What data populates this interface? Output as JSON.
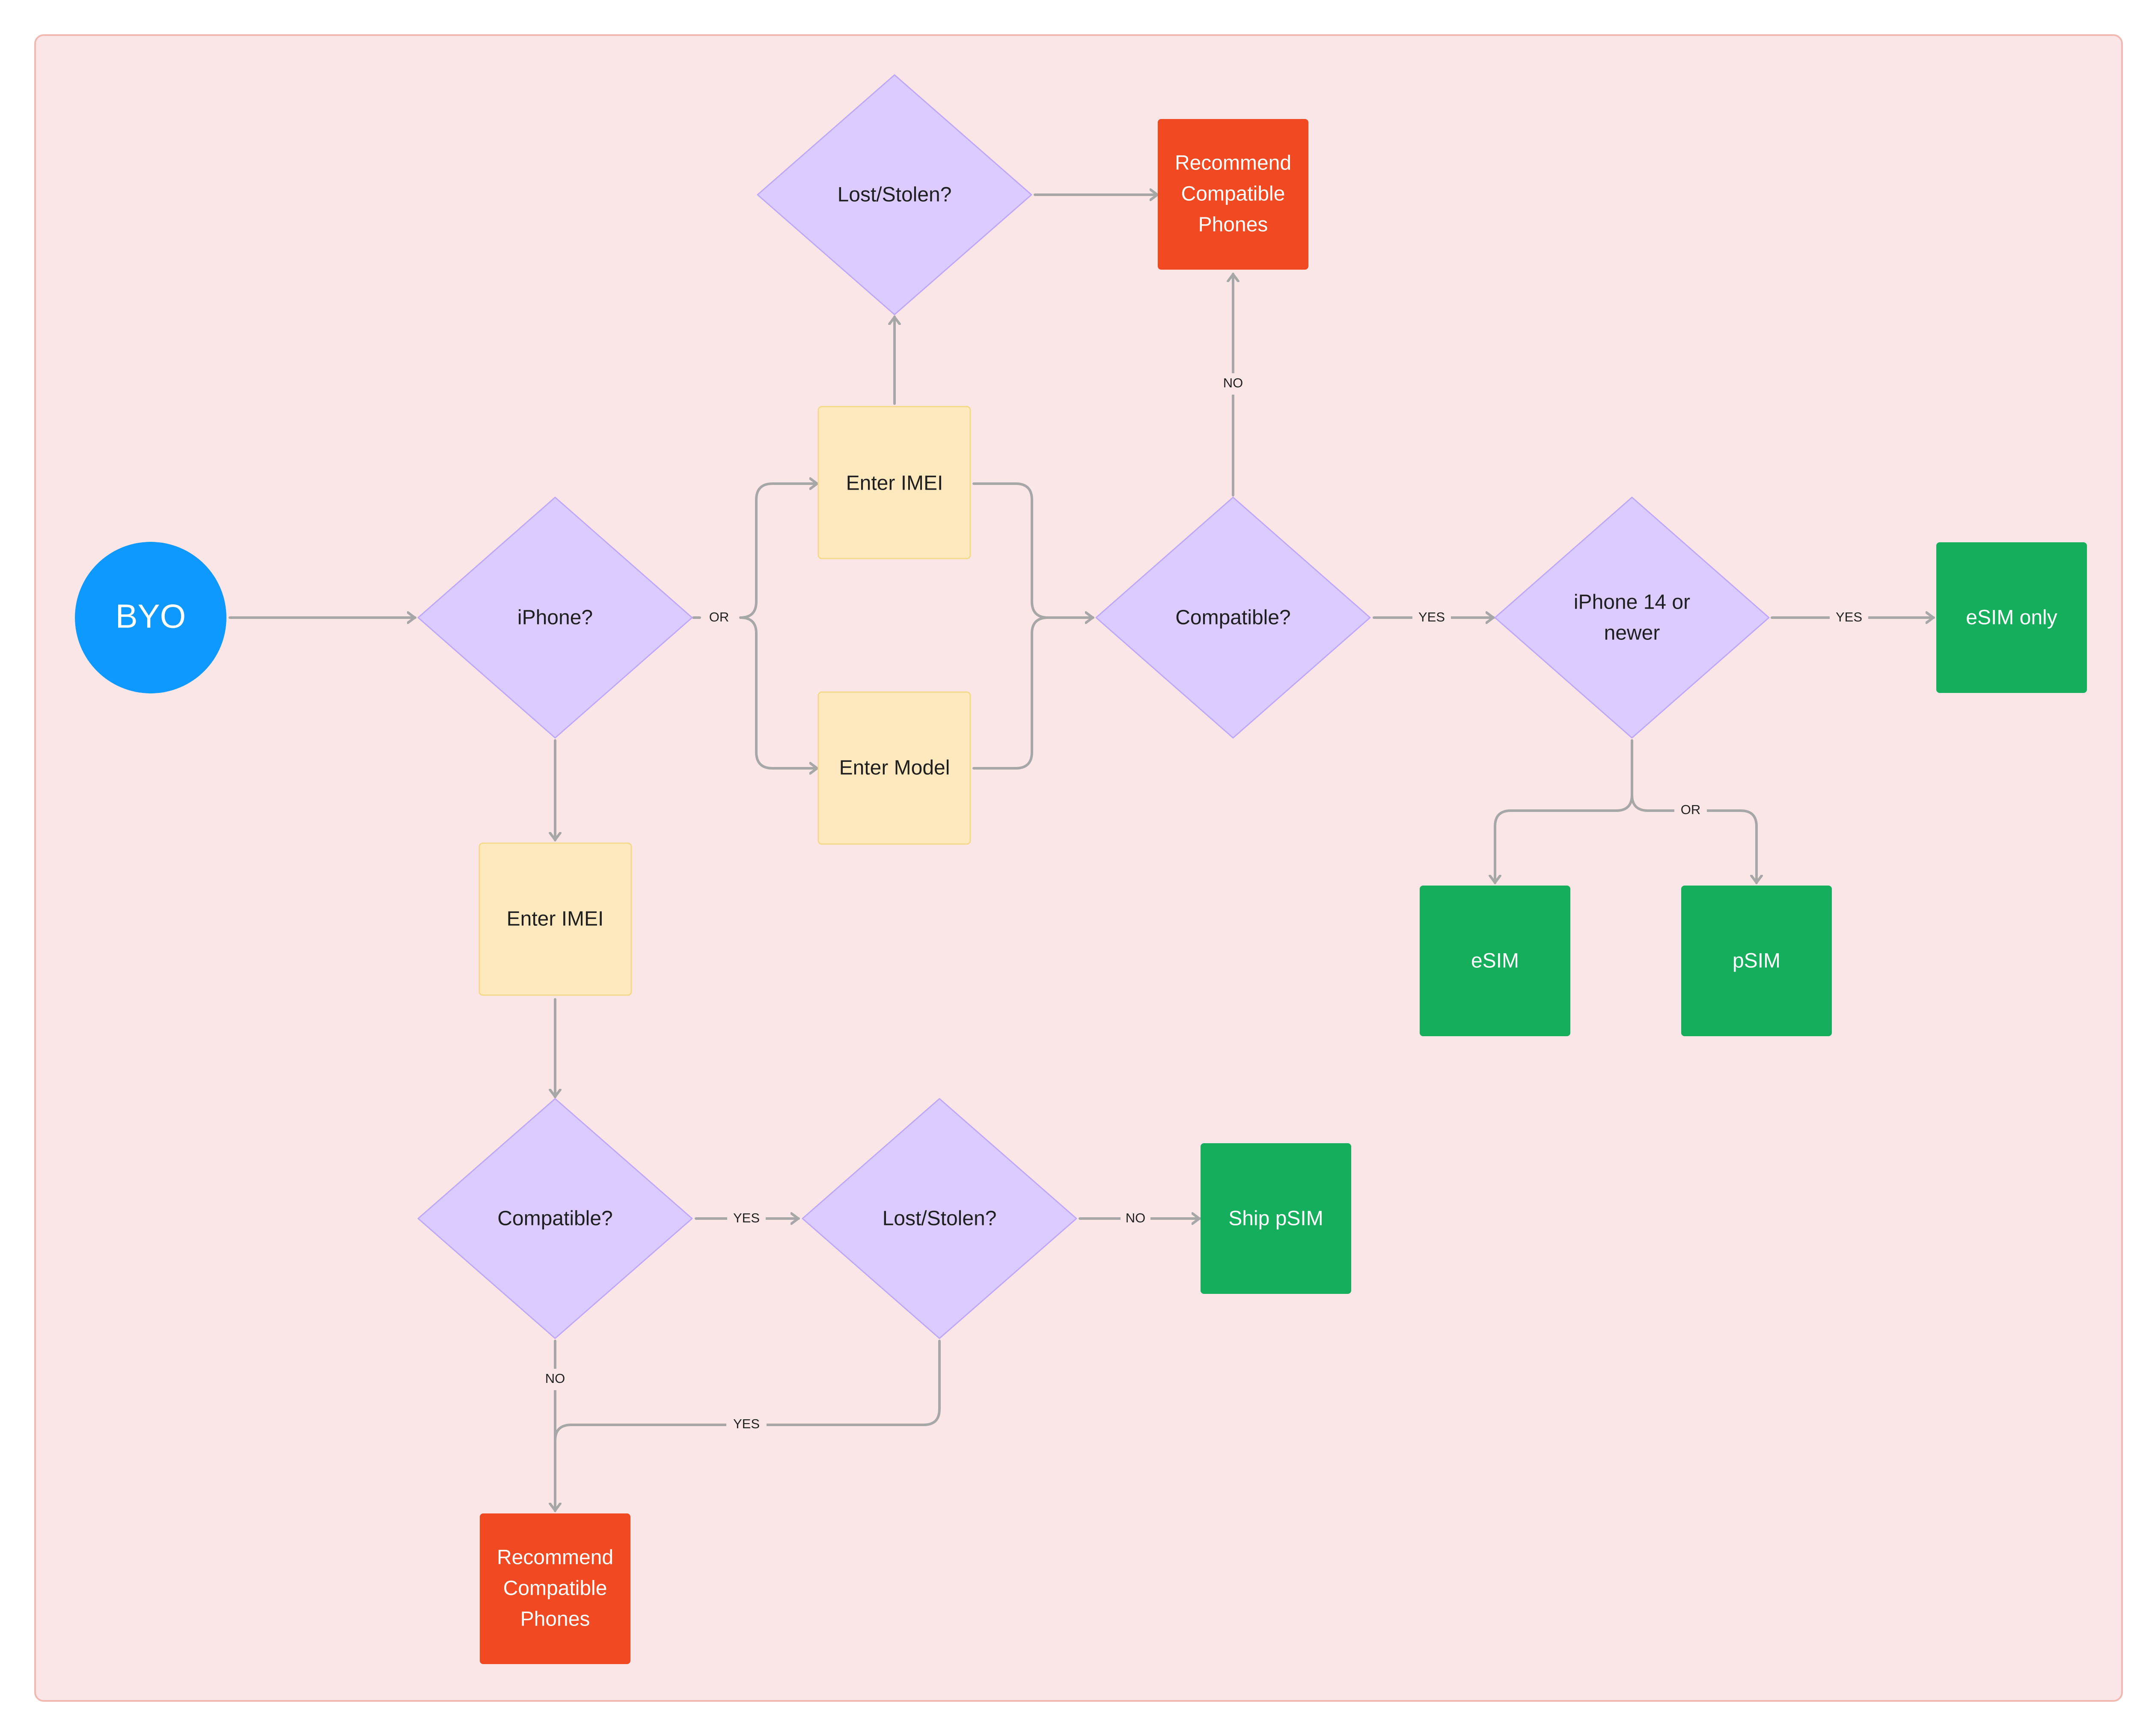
{
  "colors": {
    "canvas": "#fae6e6",
    "canvas_border": "#f2b8b2",
    "start": "#0d99ff",
    "decision": "#dccbfe",
    "decision_border": "#bfa8f5",
    "input": "#fde9bd",
    "input_border": "#f4d98a",
    "reject": "#f14a23",
    "success": "#14ae5c",
    "connector": "#a7a7a7"
  },
  "nodes": {
    "start": {
      "label": "BYO",
      "kind": "start"
    },
    "iphone": {
      "label": "iPhone?",
      "kind": "decision"
    },
    "enter_imei_top": {
      "label": "Enter IMEI",
      "kind": "input"
    },
    "enter_model": {
      "label": "Enter Model",
      "kind": "input"
    },
    "lost_top": {
      "label": "Lost/Stolen?",
      "kind": "decision"
    },
    "recommend_top": {
      "label": "Recommend Compatible Phones",
      "lines": [
        "Recommend",
        "Compatible",
        "Phones"
      ],
      "kind": "reject"
    },
    "compatible_top": {
      "label": "Compatible?",
      "kind": "decision"
    },
    "iphone14": {
      "label": "iPhone 14 or newer",
      "lines": [
        "iPhone 14 or",
        "newer"
      ],
      "kind": "decision"
    },
    "esim_only": {
      "label": "eSIM only",
      "kind": "success"
    },
    "esim": {
      "label": "eSIM",
      "kind": "success"
    },
    "psim": {
      "label": "pSIM",
      "kind": "success"
    },
    "enter_imei_bottom": {
      "label": "Enter IMEI",
      "kind": "input"
    },
    "compatible_bottom": {
      "label": "Compatible?",
      "kind": "decision"
    },
    "lost_bottom": {
      "label": "Lost/Stolen?",
      "kind": "decision"
    },
    "ship_psim": {
      "label": "Ship pSIM",
      "kind": "success"
    },
    "recommend_bottom": {
      "label": "Recommend Compatible Phones",
      "lines": [
        "Recommend",
        "Compatible",
        "Phones"
      ],
      "kind": "reject"
    }
  },
  "edges": [
    {
      "from": "start",
      "to": "iphone",
      "label": ""
    },
    {
      "from": "iphone",
      "to": "enter_imei_top",
      "label": "OR"
    },
    {
      "from": "iphone",
      "to": "enter_model",
      "label": "OR"
    },
    {
      "from": "iphone",
      "to": "enter_imei_bottom",
      "label": ""
    },
    {
      "from": "enter_imei_top",
      "to": "lost_top",
      "label": ""
    },
    {
      "from": "lost_top",
      "to": "recommend_top",
      "label": ""
    },
    {
      "from": "enter_imei_top",
      "to": "compatible_top",
      "label": ""
    },
    {
      "from": "enter_model",
      "to": "compatible_top",
      "label": ""
    },
    {
      "from": "compatible_top",
      "to": "recommend_top",
      "label": "NO"
    },
    {
      "from": "compatible_top",
      "to": "iphone14",
      "label": "YES"
    },
    {
      "from": "iphone14",
      "to": "esim_only",
      "label": "YES"
    },
    {
      "from": "iphone14",
      "to": "esim",
      "label": "OR"
    },
    {
      "from": "iphone14",
      "to": "psim",
      "label": "OR"
    },
    {
      "from": "enter_imei_bottom",
      "to": "compatible_bottom",
      "label": ""
    },
    {
      "from": "compatible_bottom",
      "to": "lost_bottom",
      "label": "YES"
    },
    {
      "from": "lost_bottom",
      "to": "ship_psim",
      "label": "NO"
    },
    {
      "from": "compatible_bottom",
      "to": "recommend_bottom",
      "label": "NO"
    },
    {
      "from": "lost_bottom",
      "to": "recommend_bottom",
      "label": "YES"
    }
  ]
}
